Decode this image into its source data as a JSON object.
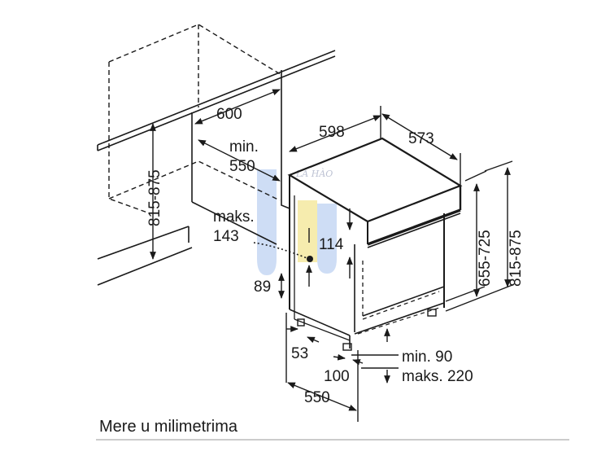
{
  "diagram": {
    "cabinet": {
      "depth": "600",
      "niche_height": "815-875",
      "niche_min_label": "min.",
      "niche_min_value": "550"
    },
    "appliance": {
      "width": "598",
      "depth": "573",
      "height_range_inner": "655-725",
      "height_range_outer": "815-875",
      "door_offset": "114",
      "plinth_label": "maks.",
      "plinth_value": "143",
      "base_height": "89",
      "foot_offset": "53",
      "door_gap": "100",
      "niche_depth": "550",
      "plinth_min": "min. 90",
      "plinth_max": "maks. 220"
    },
    "caption": "Mere u milimetrima",
    "watermark": {
      "text": "LÀ HÀO",
      "colors": {
        "blue": "#c9daf4",
        "yellow": "#f6eaa6"
      }
    }
  }
}
